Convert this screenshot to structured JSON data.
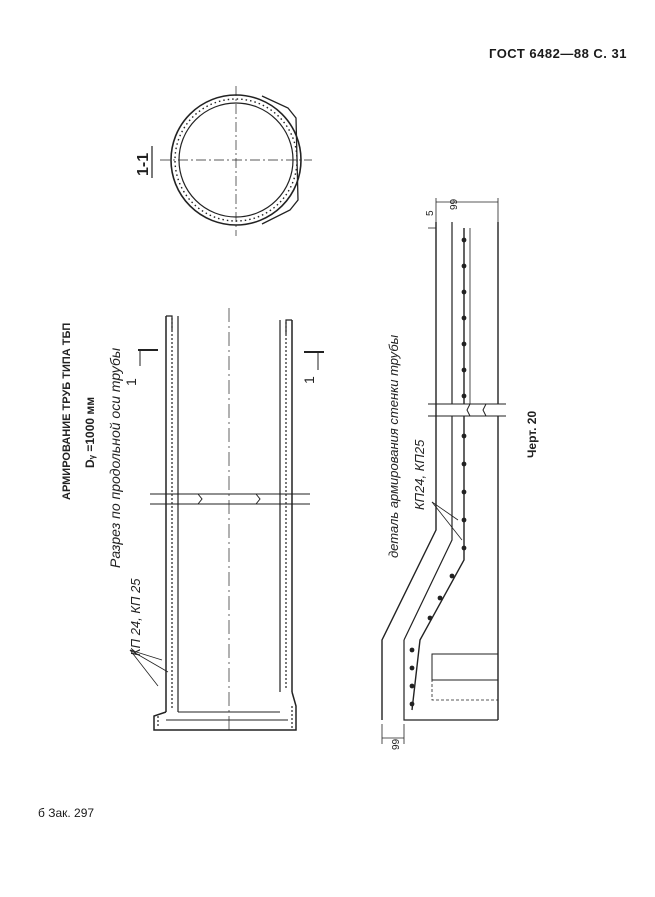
{
  "header": {
    "gost": "ГОСТ 6482—88 С. 31"
  },
  "footer": {
    "zak": "б Зак. 297"
  },
  "main": {
    "title": "АРМИРОВАНИЕ ТРУБ ТИПА ТБП",
    "diameter": "Dᵧ =1000 мм",
    "section_label": "Разрез  по продольной  оси  трубы",
    "detail_label": "деталь  армирования  стенки  трубы",
    "figure": "Черт. 20",
    "section_mark_top": "1-1",
    "cut_mark": "1",
    "rebar_left": "КП 24, КП 25",
    "rebar_right": "КП24, КП25",
    "dim_top": "99",
    "dim_small": "5",
    "dim_bottom": "99"
  }
}
